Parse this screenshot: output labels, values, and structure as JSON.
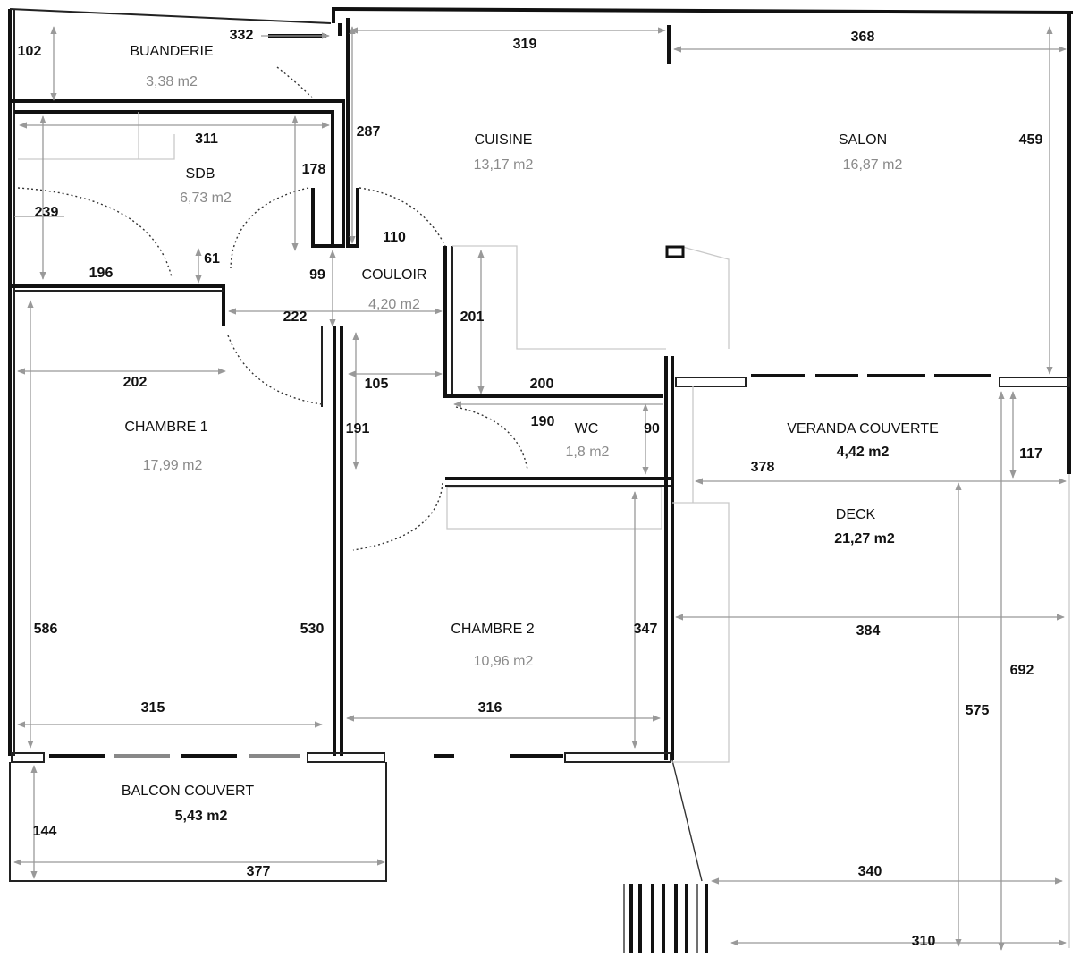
{
  "rooms": {
    "buanderie": {
      "name": "BUANDERIE",
      "area": "3,38 m2"
    },
    "sdb": {
      "name": "SDB",
      "area": "6,73 m2"
    },
    "cuisine": {
      "name": "CUISINE",
      "area": "13,17 m2"
    },
    "salon": {
      "name": "SALON",
      "area": "16,87 m2"
    },
    "couloir": {
      "name": "COULOIR",
      "area": "4,20 m2"
    },
    "wc": {
      "name": "WC",
      "area": "1,8 m2"
    },
    "veranda": {
      "name": "VERANDA COUVERTE",
      "area": "4,42 m2"
    },
    "deck": {
      "name": "DECK",
      "area": "21,27 m2"
    },
    "chambre1": {
      "name": "CHAMBRE 1",
      "area": "17,99 m2"
    },
    "chambre2": {
      "name": "CHAMBRE 2",
      "area": "10,96 m2"
    },
    "balcon": {
      "name": "BALCON COUVERT",
      "area": "5,43 m2"
    }
  },
  "dimensions": {
    "d102": "102",
    "d332": "332",
    "d319": "319",
    "d368": "368",
    "d311": "311",
    "d287": "287",
    "d459": "459",
    "d178": "178",
    "d239": "239",
    "d110": "110",
    "d61": "61",
    "d196": "196",
    "d99": "99",
    "d222": "222",
    "d201": "201",
    "d202": "202",
    "d105": "105",
    "d200": "200",
    "d190": "190",
    "d90": "90",
    "d191": "191",
    "d378": "378",
    "d117": "117",
    "d586": "586",
    "d530": "530",
    "d347": "347",
    "d384": "384",
    "d692": "692",
    "d575": "575",
    "d315": "315",
    "d316": "316",
    "d144": "144",
    "d377": "377",
    "d340": "340",
    "d310": "310"
  }
}
